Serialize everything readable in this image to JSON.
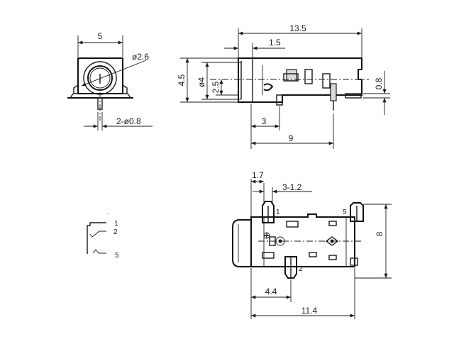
{
  "front_view": {
    "width": "5",
    "hole_diameter": "ø2.6",
    "pin_diameter": "2-ø0.8"
  },
  "side_view": {
    "overall_length": "13.5",
    "front_length": "1.5",
    "height": "4.5",
    "bore": "ø4",
    "half_height": "2.5",
    "pin_thickness": "0.8",
    "pin_offset": "3",
    "pin_span": "9"
  },
  "schematic": {
    "pin1": "1",
    "pin2": "2",
    "pin5": "5"
  },
  "bottom_view": {
    "front_offset": "1.7",
    "hole_spec": "3-1.2",
    "height": "8",
    "pin_offset": "4.4",
    "length": "11.4",
    "label_pin1": "1",
    "label_pin2": "2",
    "label_pin5": "5"
  }
}
